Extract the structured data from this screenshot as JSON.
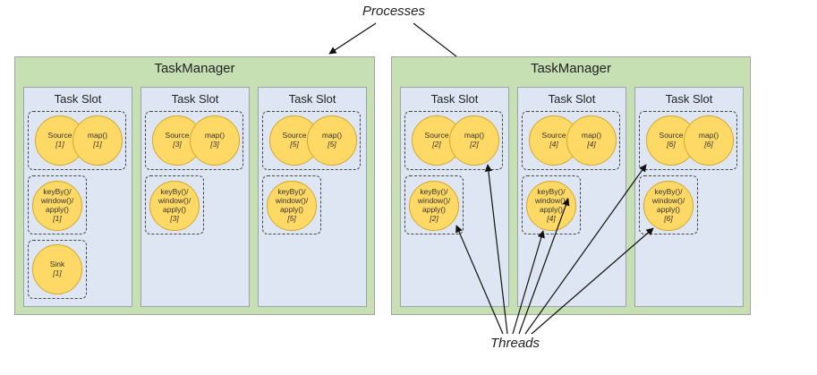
{
  "labels": {
    "processes": "Processes",
    "threads": "Threads"
  },
  "task_managers": [
    {
      "title": "TaskManager",
      "slots": [
        {
          "title": "Task Slot",
          "chain": [
            {
              "name": "Source",
              "idx": "[1]"
            },
            {
              "name": "map()",
              "idx": "[1]"
            }
          ],
          "window": {
            "name": "keyBy()/ window()/ apply()",
            "idx": "[1]"
          },
          "sink": {
            "name": "Sink",
            "idx": "[1]"
          }
        },
        {
          "title": "Task Slot",
          "chain": [
            {
              "name": "Source",
              "idx": "[3]"
            },
            {
              "name": "map()",
              "idx": "[3]"
            }
          ],
          "window": {
            "name": "keyBy()/ window()/ apply()",
            "idx": "[3]"
          }
        },
        {
          "title": "Task Slot",
          "chain": [
            {
              "name": "Source",
              "idx": "[5]"
            },
            {
              "name": "map()",
              "idx": "[5]"
            }
          ],
          "window": {
            "name": "keyBy()/ window()/ apply()",
            "idx": "[5]"
          }
        }
      ]
    },
    {
      "title": "TaskManager",
      "slots": [
        {
          "title": "Task Slot",
          "chain": [
            {
              "name": "Source",
              "idx": "[2]"
            },
            {
              "name": "map()",
              "idx": "[2]"
            }
          ],
          "window": {
            "name": "keyBy()/ window()/ apply()",
            "idx": "[2]"
          }
        },
        {
          "title": "Task Slot",
          "chain": [
            {
              "name": "Source",
              "idx": "[4]"
            },
            {
              "name": "map()",
              "idx": "[4]"
            }
          ],
          "window": {
            "name": "keyBy()/ window()/ apply()",
            "idx": "[4]"
          }
        },
        {
          "title": "Task Slot",
          "chain": [
            {
              "name": "Source",
              "idx": "[6]"
            },
            {
              "name": "map()",
              "idx": "[6]"
            }
          ],
          "window": {
            "name": "keyBy()/ window()/ apply()",
            "idx": "[6]"
          }
        }
      ]
    }
  ],
  "colors": {
    "manager": "#c6e0b4",
    "slot": "#dde6f2",
    "operator": "#ffd966"
  }
}
